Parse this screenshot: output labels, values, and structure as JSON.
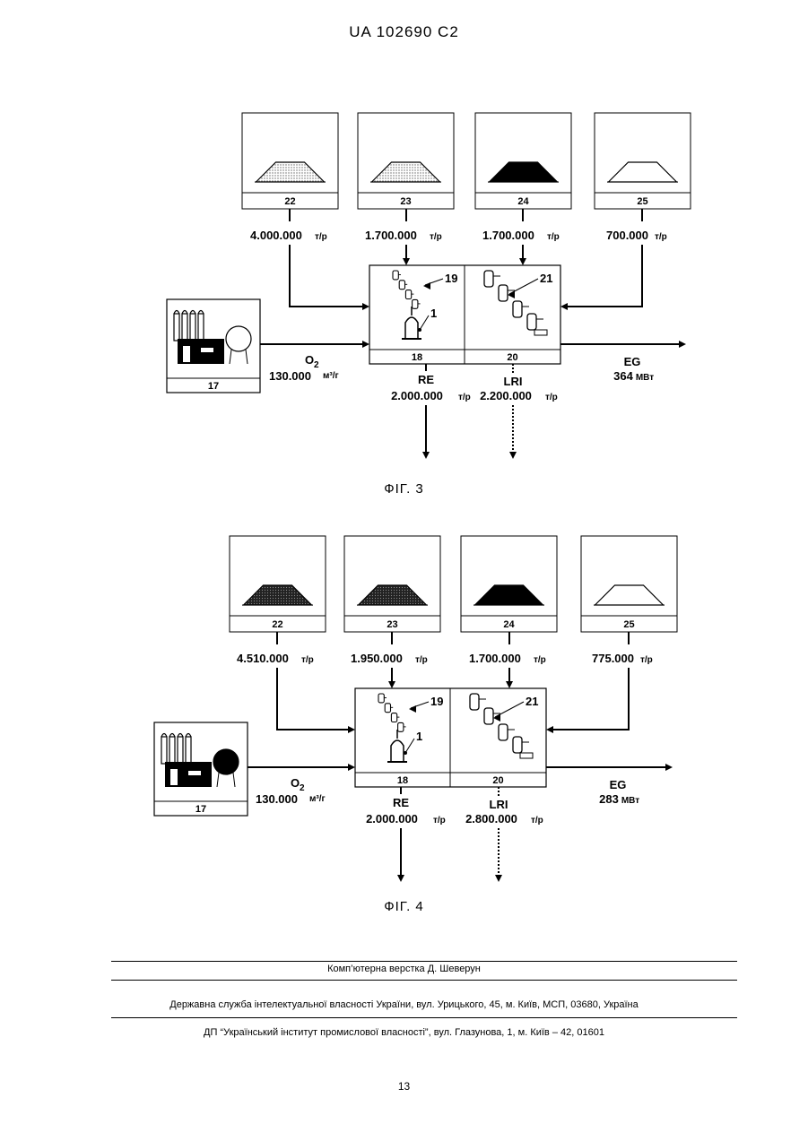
{
  "header": "UA   102690   C2",
  "figures": [
    {
      "caption": "ФІГ. 3",
      "inputs": [
        {
          "id": "22",
          "amount": "4.000.000",
          "unit": "т/р",
          "fill": "dotted-light"
        },
        {
          "id": "23",
          "amount": "1.700.000",
          "unit": "т/р",
          "fill": "dotted-light"
        },
        {
          "id": "24",
          "amount": "1.700.000",
          "unit": "т/р",
          "fill": "black"
        },
        {
          "id": "25",
          "amount": "700.000",
          "unit": "т/р",
          "fill": "white"
        }
      ],
      "plant_id": "17",
      "oxygen_label": "O",
      "oxygen_sub": "2",
      "oxygen_amount": "130.000",
      "oxygen_unit": "м³/г",
      "unit_18": "18",
      "unit_20": "20",
      "callout_19": "19",
      "callout_21": "21",
      "callout_1": "1",
      "re_label": "RE",
      "re_amount": "2.000.000",
      "re_unit": "т/р",
      "lri_label": "LRI",
      "lri_amount": "2.200.000",
      "lri_unit": "т/р",
      "eg_label": "EG",
      "eg_amount": "364",
      "eg_unit": "МВт"
    },
    {
      "caption": "ФІГ. 4",
      "inputs": [
        {
          "id": "22",
          "amount": "4.510.000",
          "unit": "т/р",
          "fill": "dotted-dark"
        },
        {
          "id": "23",
          "amount": "1.950.000",
          "unit": "т/р",
          "fill": "dotted-dark"
        },
        {
          "id": "24",
          "amount": "1.700.000",
          "unit": "т/р",
          "fill": "black"
        },
        {
          "id": "25",
          "amount": "775.000",
          "unit": "т/р",
          "fill": "white"
        }
      ],
      "plant_id": "17",
      "oxygen_label": "O",
      "oxygen_sub": "2",
      "oxygen_amount": "130.000",
      "oxygen_unit": "м³/г",
      "unit_18": "18",
      "unit_20": "20",
      "callout_19": "19",
      "callout_21": "21",
      "callout_1": "1",
      "re_label": "RE",
      "re_amount": "2.000.000",
      "re_unit": "т/р",
      "lri_label": "LRI",
      "lri_amount": "2.800.000",
      "lri_unit": "т/р",
      "eg_label": "EG",
      "eg_amount": "283",
      "eg_unit": "МВт"
    }
  ],
  "footer": {
    "line1": "Комп’ютерна верстка Д. Шеверун",
    "line2": "Державна служба інтелектуальної власності України, вул. Урицького, 45, м. Київ, МСП, 03680, Україна",
    "line3": "ДП “Український інститут промислової власності”, вул. Глазунова, 1, м. Київ – 42, 01601"
  },
  "page_number": "13"
}
